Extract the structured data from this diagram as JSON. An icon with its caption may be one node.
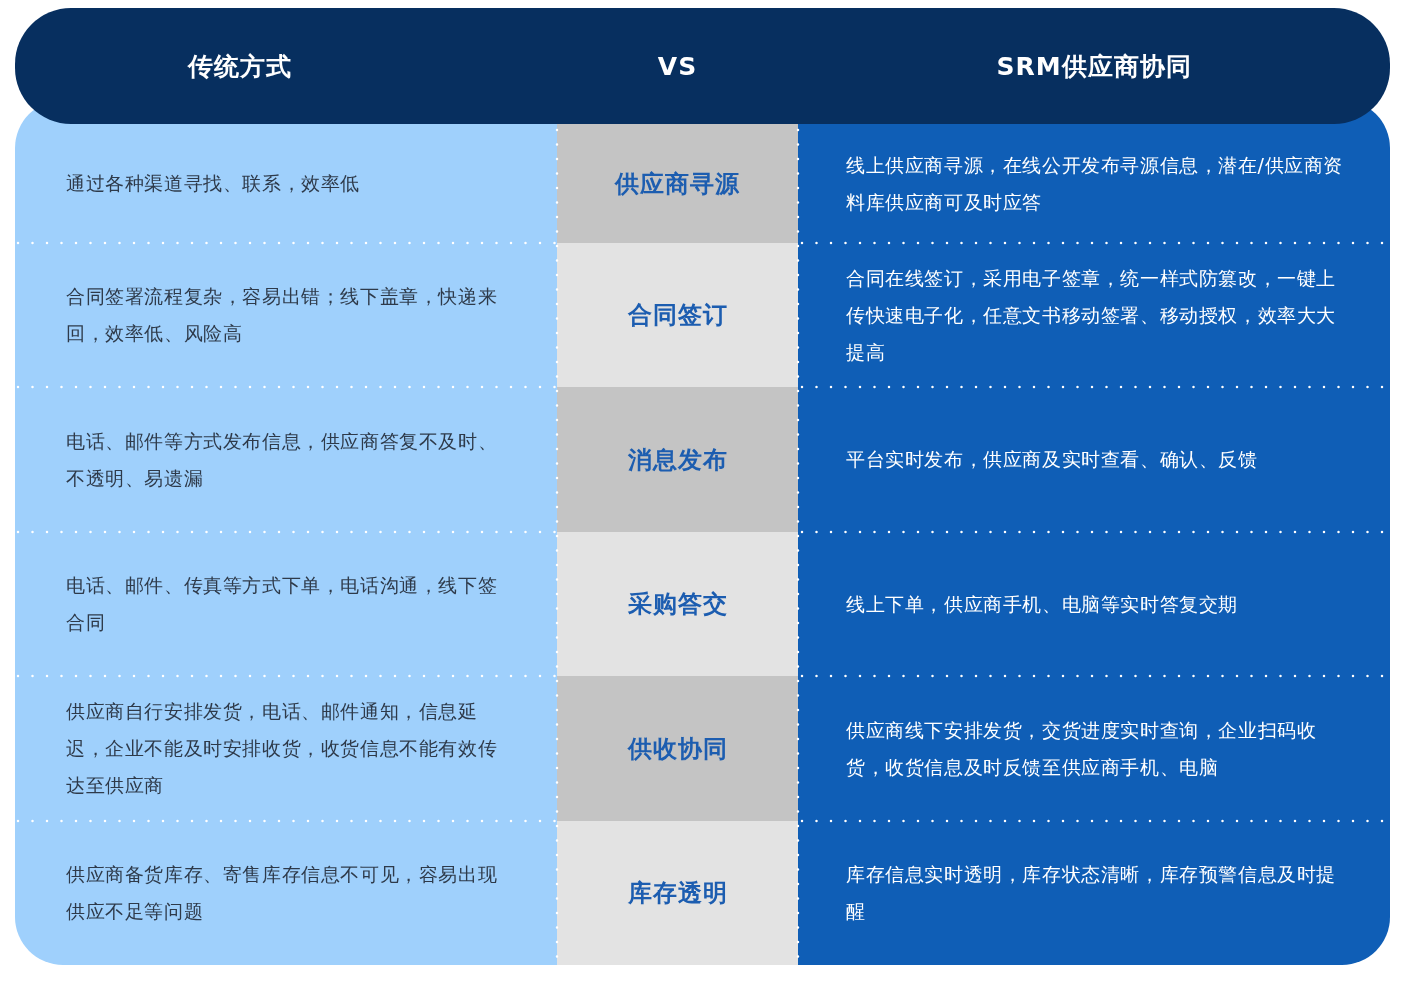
{
  "diagram": {
    "labels": [
      "传统方式",
      "VS",
      "SRM供应商协同",
      "通过各种渠道寻找、联系，效率低",
      "供应商寻源",
      "线上供应商寻源，在线公开发布寻源信息，潜在/供应商资料库供应商可及时应答",
      "合同签署流程复杂，容易出错；线下盖章，快递来回，效率低、风险高",
      "合同签订",
      "合同在线签订，采用电子签章，统一样式防篡改，一键上传快速电子化，任意文书移动签署、移动授权，效率大大提高",
      "电话、邮件等方式发布信息，供应商答复不及时、不透明、易遗漏",
      "消息发布",
      "平台实时发布，供应商及实时查看、确认、反馈",
      "电话、邮件、传真等方式下单，电话沟通，线下签合同",
      "采购答交",
      "线上下单，供应商手机、电脑等实时答复交期",
      "供应商自行安排发货，电话、邮件通知，信息延迟，企业不能及时安排收货，收货信息不能有效传达至供应商",
      "供收协同",
      "供应商线下安排发货，交货进度实时查询，企业扫码收货，收货信息及时反馈至供应商手机、电脑",
      "供应商备货库存、寄售库存信息不可见，容易出现供应不足等问题",
      "库存透明",
      "库存信息实时透明，库存状态清晰，库存预警信息及时提醒"
    ]
  }
}
